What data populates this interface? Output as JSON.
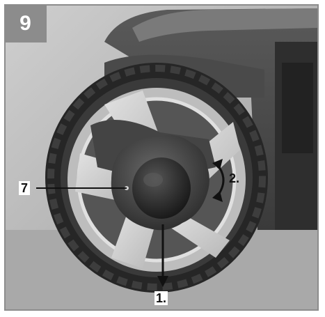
{
  "figure": {
    "number": "9"
  },
  "callouts": {
    "item_7": "7",
    "step_1": "1.",
    "step_2": "2."
  },
  "colors": {
    "frame": "#8c8c8c",
    "background": "#ffffff"
  }
}
